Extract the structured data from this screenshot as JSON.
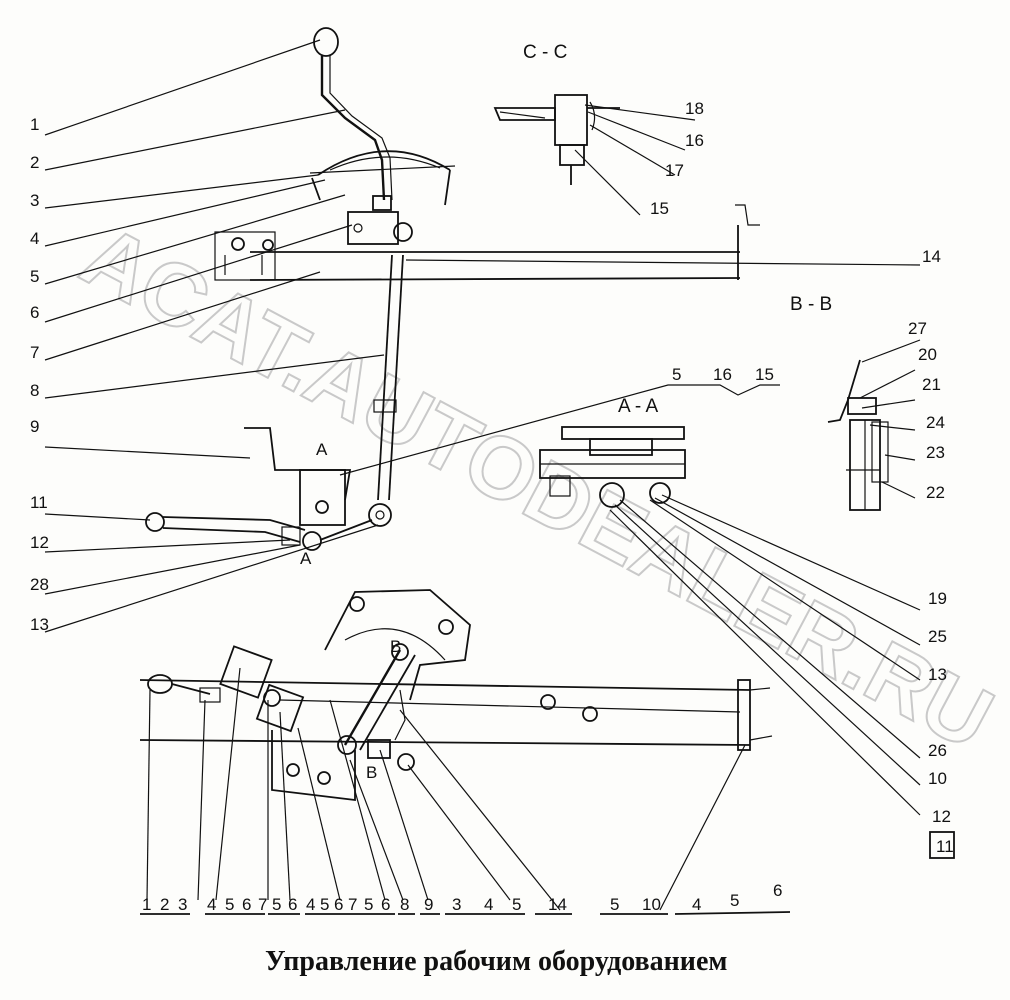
{
  "title": "Управление рабочим оборудованием",
  "watermark": "ACAT.AUTODEALER.RU",
  "sections": {
    "cc": "C - C",
    "bb": "B - B",
    "aa": "A - A",
    "a_small": "A",
    "b_small": "B"
  },
  "labels_left": [
    "1",
    "2",
    "3",
    "4",
    "5",
    "6",
    "7",
    "8",
    "9",
    "11",
    "12",
    "28",
    "13"
  ],
  "label_14": "14",
  "labels_cc": [
    "18",
    "16",
    "17",
    "15"
  ],
  "labels_aa_top": [
    "5",
    "16",
    "15"
  ],
  "labels_bb": [
    "27",
    "20",
    "21",
    "24",
    "23",
    "22"
  ],
  "labels_right": [
    "19",
    "25",
    "13",
    "26",
    "10",
    "12",
    "11"
  ],
  "labels_bottom": [
    "1",
    "2",
    "3",
    "4",
    "5",
    "6",
    "7",
    "5",
    "6",
    "4",
    "5",
    "6",
    "7",
    "5",
    "6",
    "8",
    "9",
    "3",
    "4",
    "5",
    "14",
    "5",
    "10",
    "4",
    "5",
    "6"
  ]
}
